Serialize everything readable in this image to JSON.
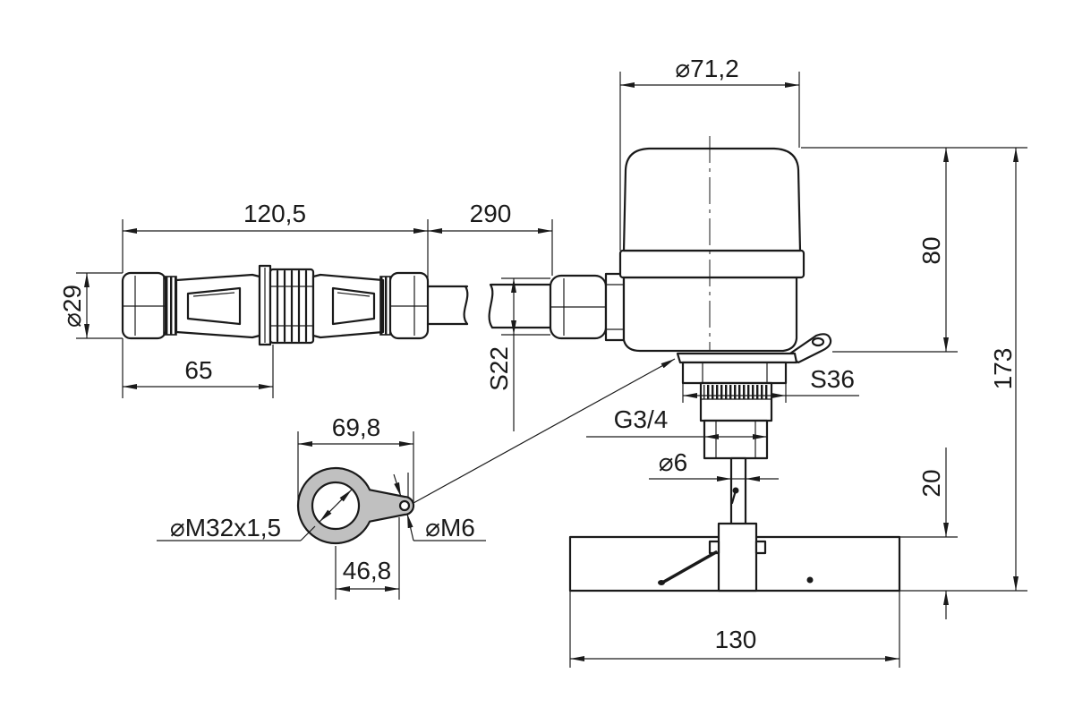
{
  "labels": {
    "housing_diameter": "⌀71,2",
    "connector_length": "120,5",
    "cable_length": "290",
    "connector_diameter": "⌀29",
    "connector_body_length": "65",
    "cable_gland_size": "S22",
    "housing_height": "80",
    "total_height": "173",
    "nut_size": "S36",
    "thread": "G3/4",
    "shaft_diameter": "⌀6",
    "bracket_length": "69,8",
    "bracket_thread": "⌀M32x1,5",
    "bracket_hole": "⌀M6",
    "bracket_hole_distance": "46,8",
    "paddle_height": "20",
    "paddle_width": "130"
  },
  "colors": {
    "line": "#1a1a1a",
    "background": "#ffffff",
    "bracket": "#c0c0c0"
  }
}
